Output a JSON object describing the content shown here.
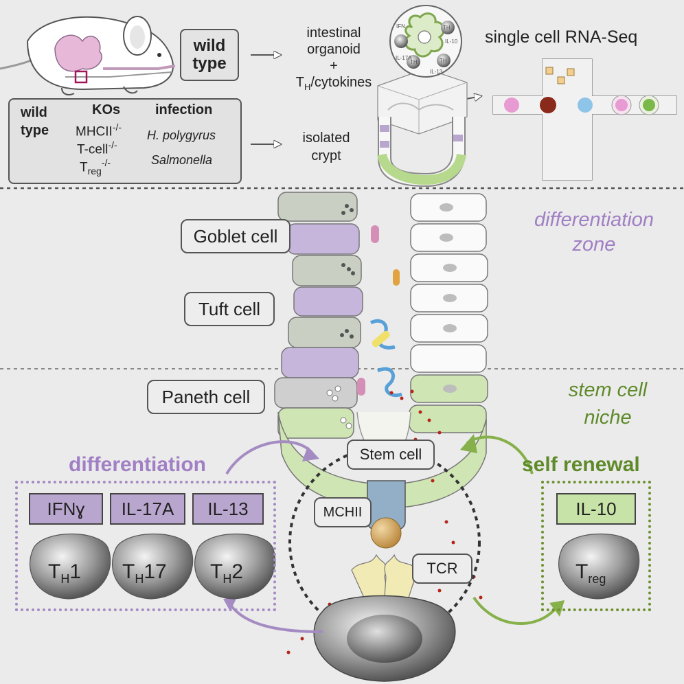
{
  "top": {
    "mouse_box": "wild\ntype",
    "organoid_line1": "intestinal",
    "organoid_line2": "organoid",
    "organoid_plus": "+",
    "organoid_line3": "T",
    "organoid_line3_sub": "H",
    "organoid_line3_rest": "/cytokines",
    "isolated_line1": "isolated",
    "isolated_line2": "crypt",
    "rnaseq_title": "single cell RNA-Seq",
    "conditions": {
      "wt_line1": "wild",
      "wt_line2": "type",
      "kos_head": "KOs",
      "ko1": "MHCII",
      "ko1_sup": "-/-",
      "ko2": "T-cell",
      "ko2_sup": "-/-",
      "ko3": "T",
      "ko3_sub": "reg",
      "ko3_sup": "-/-",
      "infection_head": "infection",
      "inf1": "H. polygyrus",
      "inf2": "Salmonella"
    },
    "organoid_tags": [
      "IFN",
      "TH",
      "IL-17A",
      "IL-10",
      "TH",
      "TH",
      "IL-13"
    ]
  },
  "zones": {
    "differentiation_line1": "differentiation",
    "differentiation_line2": "zone",
    "stem_line1": "stem cell",
    "stem_line2": "niche"
  },
  "cells": {
    "goblet": "Goblet cell",
    "tuft": "Tuft cell",
    "paneth": "Paneth cell",
    "stem": "Stem cell",
    "mhcii": "MCHII",
    "tcr": "TCR"
  },
  "differentiation": {
    "title": "differentiation",
    "cytokines": [
      "IFNɣ",
      "IL-17A",
      "IL-13"
    ],
    "tcells": [
      {
        "base": "T",
        "sub": "H",
        "rest": "1"
      },
      {
        "base": "T",
        "sub": "H",
        "rest": "17"
      },
      {
        "base": "T",
        "sub": "H",
        "rest": "2"
      }
    ]
  },
  "self_renewal": {
    "title": "self renewal",
    "cytokine": "IL-10",
    "tcell": {
      "base": "T",
      "sub": "reg",
      "rest": ""
    }
  },
  "colors": {
    "purple": "#b9a6cf",
    "purple_text": "#a07fc4",
    "green": "#c8e3a8",
    "green_text": "#5f8a2a"
  }
}
